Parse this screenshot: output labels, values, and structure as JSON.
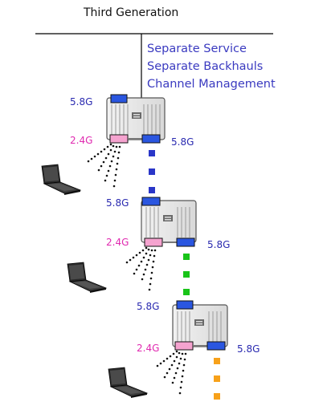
{
  "title": "Third Generation",
  "features": [
    "Separate Service",
    "Separate Backhauls",
    "Channel Management"
  ],
  "nodes": [
    {
      "uplink_label": "5.8G",
      "access_label": "2.4G",
      "backhaul_label": "5.8G",
      "backhaul_color": "#2a36c8"
    },
    {
      "uplink_label": "5.8G",
      "access_label": "2.4G",
      "backhaul_label": "5.8G",
      "backhaul_color": "#19c419"
    },
    {
      "uplink_label": "5.8G",
      "access_label": "2.4G",
      "backhaul_label": "5.8G",
      "backhaul_color": "#f7a11a"
    }
  ],
  "colors": {
    "radio_58": "#2a56e0",
    "radio_24": "#f5a3cf",
    "feature_text": "#3a3ac0",
    "label_58": "#2a2ab0",
    "label_24": "#e02ab0"
  }
}
